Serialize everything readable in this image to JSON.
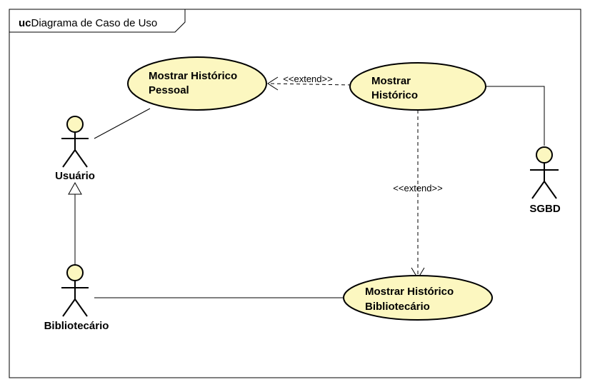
{
  "diagram": {
    "frame": {
      "keyword": "uc",
      "title": "Diagrama de Caso de Uso"
    },
    "actors": [
      {
        "id": "usuario",
        "label": "Usuário"
      },
      {
        "id": "bibliotecario",
        "label": "Bibliotecário"
      },
      {
        "id": "sgbd",
        "label": "SGBD"
      }
    ],
    "use_cases": [
      {
        "id": "pessoal",
        "lines": [
          "Mostrar Histórico",
          "Pessoal"
        ]
      },
      {
        "id": "historico",
        "lines": [
          "Mostrar",
          "Histórico"
        ]
      },
      {
        "id": "bibliotecario_uc",
        "lines": [
          "Mostrar Histórico",
          "Bibliotecário"
        ]
      }
    ],
    "relationships": [
      {
        "type": "extend",
        "from": "historico",
        "to": "pessoal",
        "label": "<<extend>>"
      },
      {
        "type": "extend",
        "from": "historico",
        "to": "bibliotecario_uc",
        "label": "<<extend>>"
      },
      {
        "type": "association",
        "from": "usuario",
        "to": "pessoal"
      },
      {
        "type": "association",
        "from": "historico",
        "to": "sgbd"
      },
      {
        "type": "association",
        "from": "bibliotecario",
        "to": "bibliotecario_uc"
      },
      {
        "type": "generalization",
        "from": "bibliotecario",
        "to": "usuario"
      }
    ],
    "colors": {
      "use_case_fill": "#FCF7C0",
      "actor_fill": "#FCF7C0",
      "stroke": "#000000"
    }
  }
}
